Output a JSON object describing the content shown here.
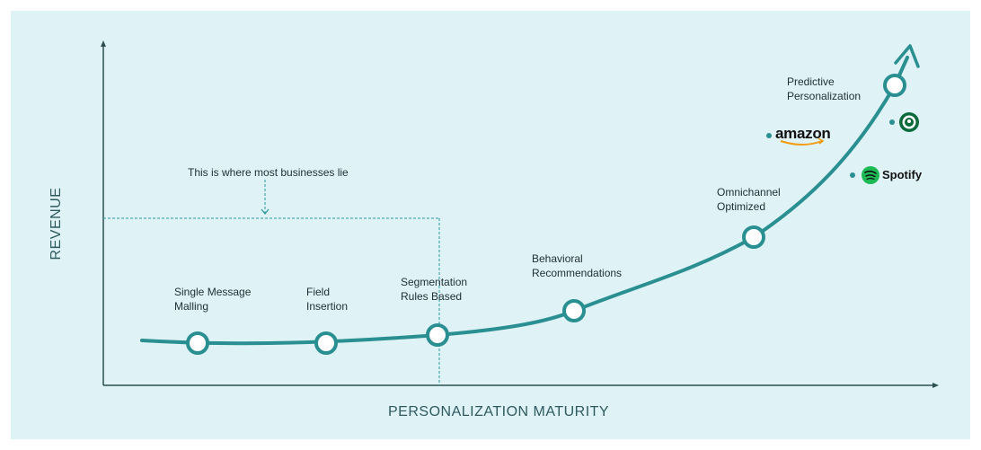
{
  "axes": {
    "x_title": "PERSONALIZATION MATURITY",
    "y_title": "REVENUE"
  },
  "annotation": {
    "text": "This is where most businesses lie"
  },
  "stages": [
    {
      "label": "Single Message\nMalling"
    },
    {
      "label": "Field\nInsertion"
    },
    {
      "label": "Segmentation\nRules Based"
    },
    {
      "label": "Behavioral\nRecommendations"
    },
    {
      "label": "Omnichannel\nOptimized"
    },
    {
      "label": "Predictive\nPersonalization"
    }
  ],
  "brands": {
    "amazon": "amazon",
    "spotify": "Spotify",
    "starbucks_logo": "STARBUCKS"
  },
  "colors": {
    "background": "#dff2f6",
    "curve": "#2a8f91",
    "axis": "#2e4f52",
    "dashed": "#2a9a9c"
  }
}
